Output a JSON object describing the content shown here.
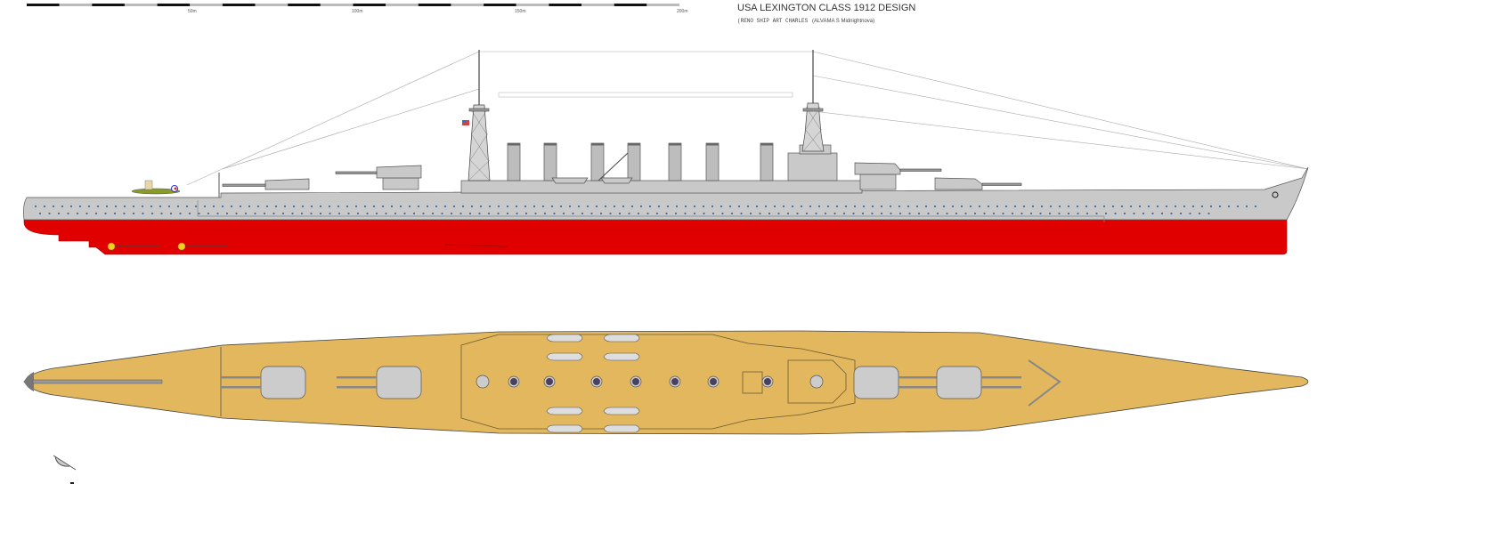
{
  "header": {
    "title": "USA LEXINGTON CLASS 1912 DESIGN",
    "credit_main": "(RENO SHIP ART CHARLES",
    "credit_sub": "(ALVAMA S Midnightnova)"
  },
  "scale_bar": {
    "segments": 20,
    "labels": [
      "50m",
      "100m",
      "150m",
      "200m"
    ]
  },
  "colors": {
    "hull_gray": "#c9c9c9",
    "boot_red": "#e00000",
    "deck_wood": "#e2b75e",
    "porthole": "#3a6fa8",
    "funnel": "#bdbdbd"
  },
  "profile": {
    "funnel_count": 7,
    "turret_count": 4
  }
}
